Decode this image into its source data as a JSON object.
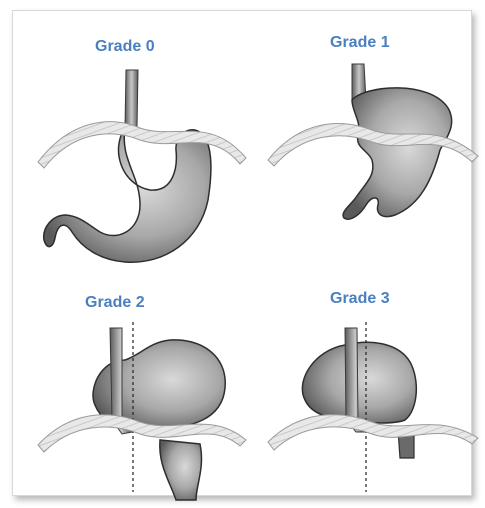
{
  "panels": [
    {
      "label": "Grade 0"
    },
    {
      "label": "Grade 1"
    },
    {
      "label": "Grade 2"
    },
    {
      "label": "Grade 3"
    }
  ],
  "colors": {
    "label": "#4a7fc0",
    "stomach_fill": "#a9a9a9",
    "stomach_stroke": "#3a3a3a",
    "diaphragm_fill": "#e6e6e6",
    "diaphragm_stroke": "#9a9a9a"
  }
}
